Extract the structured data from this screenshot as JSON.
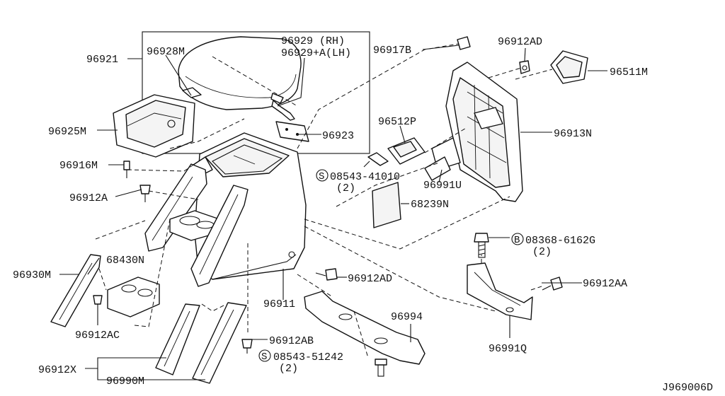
{
  "diagram_code": "J969006D",
  "parts": {
    "armrest_assy": "96921",
    "armrest_pad": "96928M",
    "lid_rh": "96929 (RH)",
    "lid_lh": "96929+A(LH)",
    "hinge": "96923",
    "tray": "96925M",
    "screw_96916m": "96916M",
    "clip_96912a": "96912A",
    "bracket_96917b": "96917B",
    "clip_96912ad_top": "96912AD",
    "pocket_96511m": "96511M",
    "console_96913n": "96913N",
    "clip_96512p": "96512P",
    "screw_08543_41010": "08543-41010",
    "screw_08543_41010_qty": "(2)",
    "pad_96991u": "96991U",
    "sheet_68239n": "68239N",
    "bolt_08368": "08368-6162G",
    "bolt_08368_qty": "(2)",
    "clip_96912aa": "96912AA",
    "bracket_96991q": "96991Q",
    "clip_96912ad_mid": "96912AD",
    "console_body": "96911",
    "plate_96994": "96994",
    "cup_holder": "68430N",
    "side_96930m": "96930M",
    "clip_96912ac": "96912AC",
    "clip_96912ab": "96912AB",
    "screw_08543_51242": "08543-51242",
    "screw_08543_51242_qty": "(2)",
    "trim_96912x": "96912X",
    "trim_96990m": "96990M"
  },
  "symbols": {
    "s_mark": "S",
    "b_mark": "B"
  }
}
